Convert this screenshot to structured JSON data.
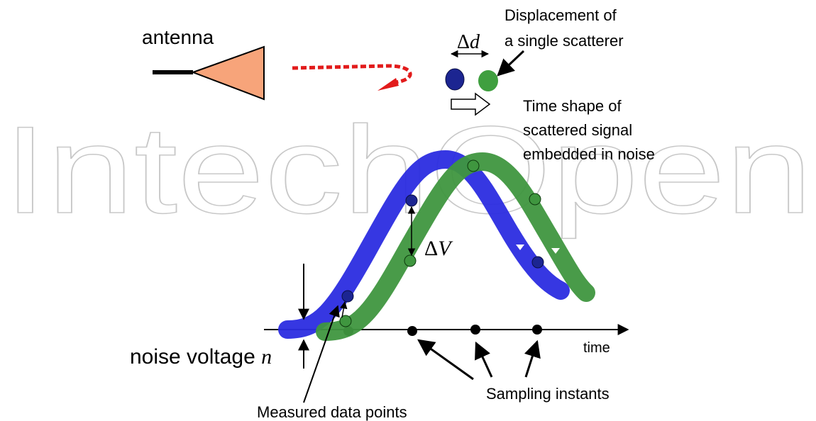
{
  "watermark": {
    "text": "IntechOpen"
  },
  "labels": {
    "antenna": "antenna",
    "displacement": [
      "Displacement of",
      "a single scatterer"
    ],
    "delta_d_symbol": "Δ",
    "delta_d_var": "d",
    "time_shape": [
      "Time shape of",
      "scattered signal",
      "embedded in noise"
    ],
    "delta_v_symbol": "Δ",
    "delta_v_var": "V",
    "noise_text": "noise voltage ",
    "noise_var": "n",
    "time": "time",
    "sampling": "Sampling instants",
    "measured": "Measured data points"
  },
  "colors": {
    "antenna_fill": "#f7a47a",
    "wave_arrow": "#e21b1b",
    "blue_scatterer": "#1c2591",
    "green_scatterer": "#3f9f3f",
    "blue_curve": "#2b2ce0",
    "green_curve": "#3f963f",
    "watermark": "#c8c8c8"
  }
}
